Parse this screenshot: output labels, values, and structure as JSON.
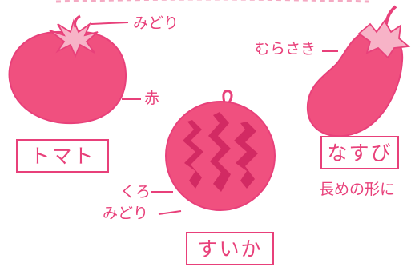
{
  "colors": {
    "fill": "#f0507f",
    "stroke": "#e8407a",
    "pattern": "#c81e5a",
    "background": "#ffffff"
  },
  "tomato": {
    "name": "トマト",
    "top_label": "みどり",
    "side_label": "赤"
  },
  "eggplant": {
    "name": "なすび",
    "top_label": "むらさき",
    "note": "長めの形に"
  },
  "watermelon": {
    "name": "すいか",
    "label_stripes": "くろ",
    "label_skin": "みどり"
  }
}
